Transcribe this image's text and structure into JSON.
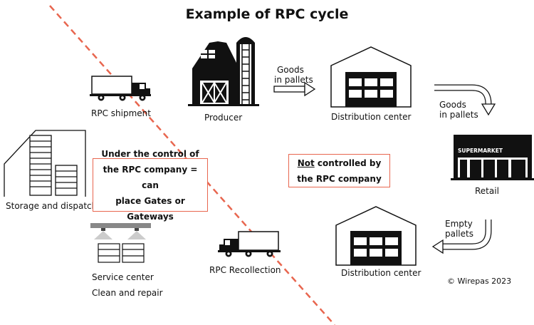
{
  "title": "Example of RPC cycle",
  "labels": {
    "rpc_shipment": "RPC shipment",
    "producer": "Producer",
    "distribution_center_top": "Distribution center",
    "distribution_center_bottom": "Distribution center",
    "retail": "Retail",
    "supermarket_sign": "SUPERMARKET",
    "storage_dispatch": "Storage and dispatch",
    "service_center": "Service center",
    "clean_repair": "Clean and repair",
    "rpc_recollection": "RPC Recollection",
    "goods_pallets_1_line1": "Goods",
    "goods_pallets_1_line2": "in pallets",
    "goods_pallets_2_line1": "Goods",
    "goods_pallets_2_line2": "in pallets",
    "empty_pallets_line1": "Empty",
    "empty_pallets_line2": "pallets",
    "copyright": "© Wirepas 2023"
  },
  "boxes": {
    "controlled_line1": "Under the control of",
    "controlled_line2": "the RPC company = can",
    "controlled_line3": "place Gates or Gateways",
    "not_controlled_word": "Not",
    "not_controlled_rest": " controlled by",
    "not_controlled_line2": "the RPC company"
  },
  "colors": {
    "accent": "#e8664f",
    "ink": "#111111"
  }
}
